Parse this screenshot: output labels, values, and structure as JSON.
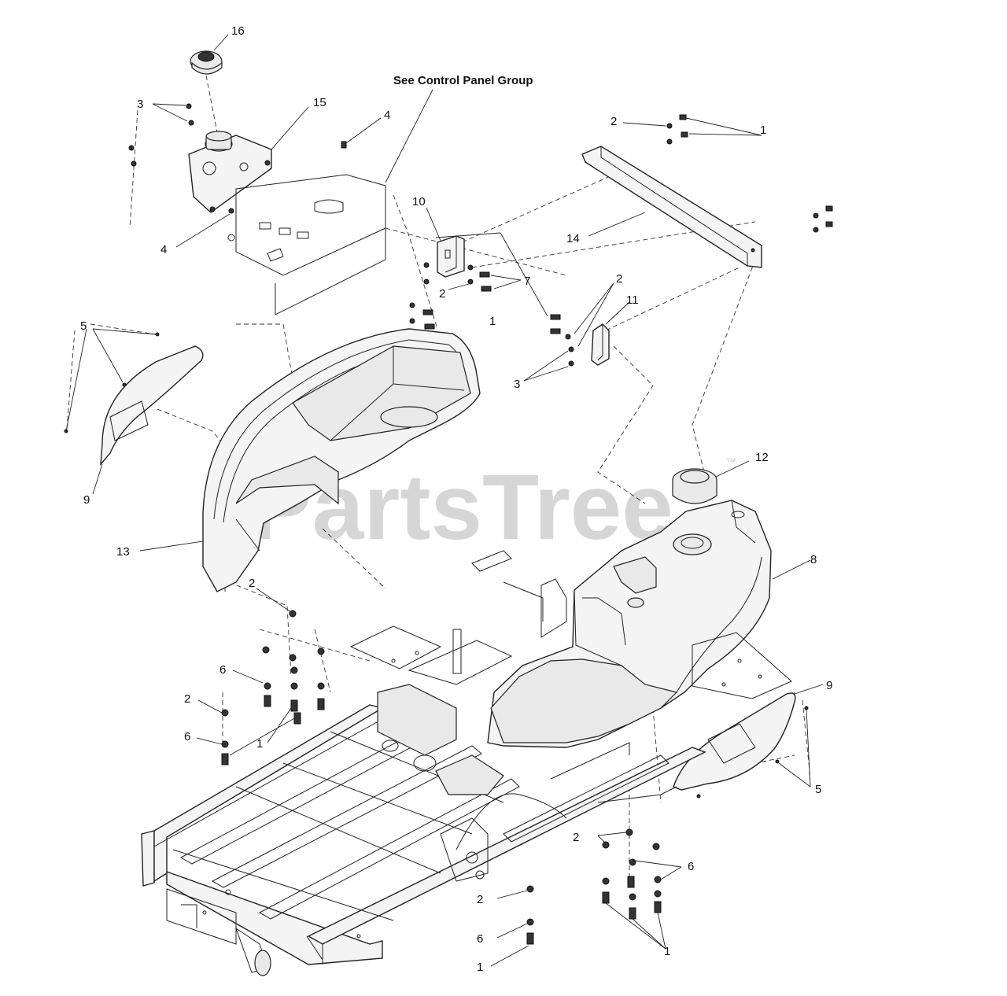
{
  "header": {
    "control_panel_ref": "See Control Panel Group"
  },
  "watermark": {
    "text": "PartsTree",
    "trademark": "™"
  },
  "callouts": {
    "c16": "16",
    "c15": "15",
    "c3a": "3",
    "c4a": "4",
    "c4b": "4",
    "c2a": "2",
    "c1a": "1",
    "c10": "10",
    "c14": "14",
    "c7": "7",
    "c2b": "2",
    "c2c": "2",
    "c11": "11",
    "c1b": "1",
    "c3b": "3",
    "c5a": "5",
    "c9a": "9",
    "c13": "13",
    "c12": "12",
    "c8": "8",
    "c2d": "2",
    "c6a": "6",
    "c2e": "2",
    "c6b": "6",
    "c1c": "1",
    "c9b": "9",
    "c5b": "5",
    "c2f": "2",
    "c6c": "6",
    "c2g": "2",
    "c6d": "6",
    "c1d": "1",
    "c1e": "1"
  },
  "colors": {
    "line": "#222222",
    "watermark": "#d0d0d0",
    "background": "#ffffff"
  }
}
